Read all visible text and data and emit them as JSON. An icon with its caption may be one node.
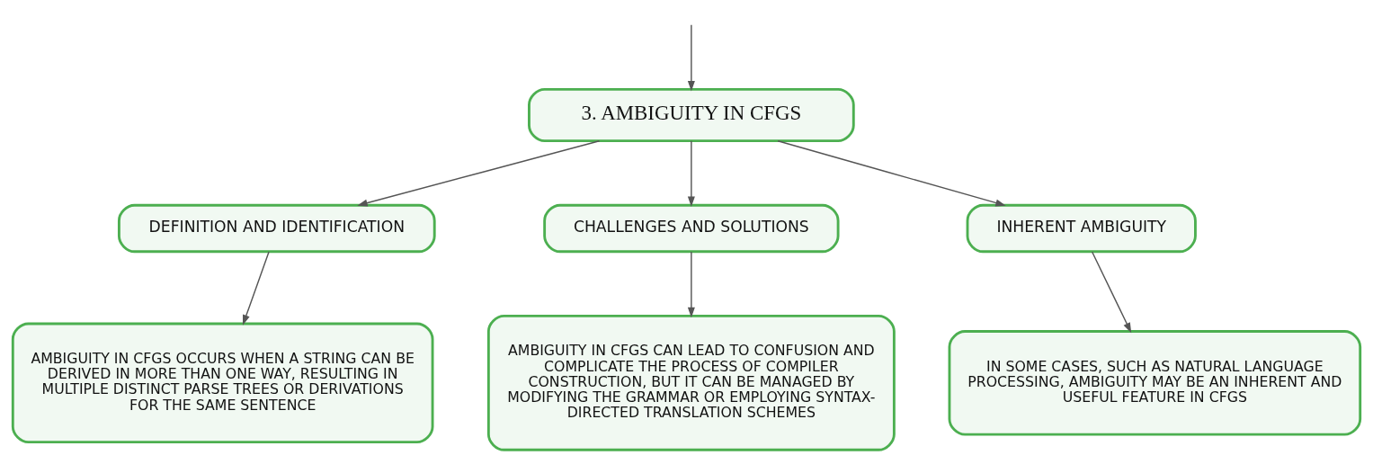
{
  "diagram": {
    "nodes": [
      {
        "text": [
          "3. AMBIGUITY IN CFGS"
        ]
      },
      {
        "text": [
          "DEFINITION AND IDENTIFICATION"
        ]
      },
      {
        "text": [
          "CHALLENGES AND SOLUTIONS"
        ]
      },
      {
        "text": [
          "INHERENT AMBIGUITY"
        ]
      },
      {
        "text": [
          "AMBIGUITY IN CFGS OCCURS WHEN A STRING CAN BE DERIVED IN MORE THAN ONE WAY, RESULTING IN MULTIPLE DISTINCT PARSE TREES OR DERIVATIONS FOR THE SAME SENTENCE"
        ]
      },
      {
        "text": [
          "AMBIGUITY IN CFGS CAN LEAD TO CONFUSION AND COMPLICATE THE PROCESS OF COMPILER CONSTRUCTION, BUT IT CAN BE MANAGED BY MODIFYING THE GRAMMAR OR EMPLOYING SYNTAX-DIRECTED TRANSLATION SCHEMES"
        ]
      },
      {
        "text": [
          "IN SOME CASES, SUCH AS NATURAL LANGUAGE PROCESSING, AMBIGUITY MAY BE AN INHERENT AND USEFUL FEATURE IN CFGS"
        ]
      }
    ],
    "edges": [
      {
        "from": null,
        "to": 0,
        "arrow": "to"
      },
      {
        "from": 0,
        "to": 1,
        "arrow": "to"
      },
      {
        "from": 0,
        "to": 2,
        "arrow": "to"
      },
      {
        "from": 0,
        "to": 3,
        "arrow": "to"
      },
      {
        "from": 1,
        "to": 4,
        "arrow": "to"
      },
      {
        "from": 2,
        "to": 5,
        "arrow": "to"
      },
      {
        "from": 3,
        "to": 6,
        "arrow": "to"
      }
    ]
  }
}
